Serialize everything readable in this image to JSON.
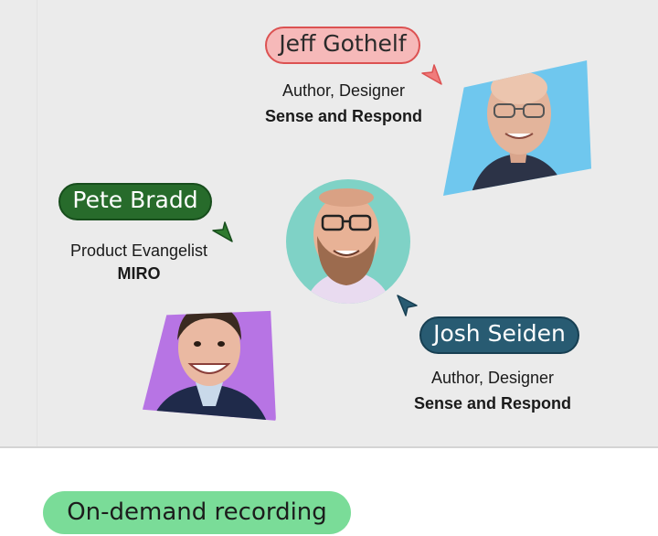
{
  "speakers": {
    "jeff": {
      "name": "Jeff Gothelf",
      "role": "Author, Designer",
      "organization": "Sense and Respond",
      "color": "#f6b9b9"
    },
    "pete": {
      "name": "Pete Bradd",
      "role": "Product Evangelist",
      "organization": "MIRO",
      "color": "#276b2b"
    },
    "josh": {
      "name": "Josh Seiden",
      "role": "Author, Designer",
      "organization": "Sense and Respond",
      "color": "#285b72"
    }
  },
  "cta": {
    "label": "On-demand recording",
    "color": "#7adc98"
  },
  "icons": [
    "cursor-pointer-icon",
    "speaker-photo"
  ]
}
